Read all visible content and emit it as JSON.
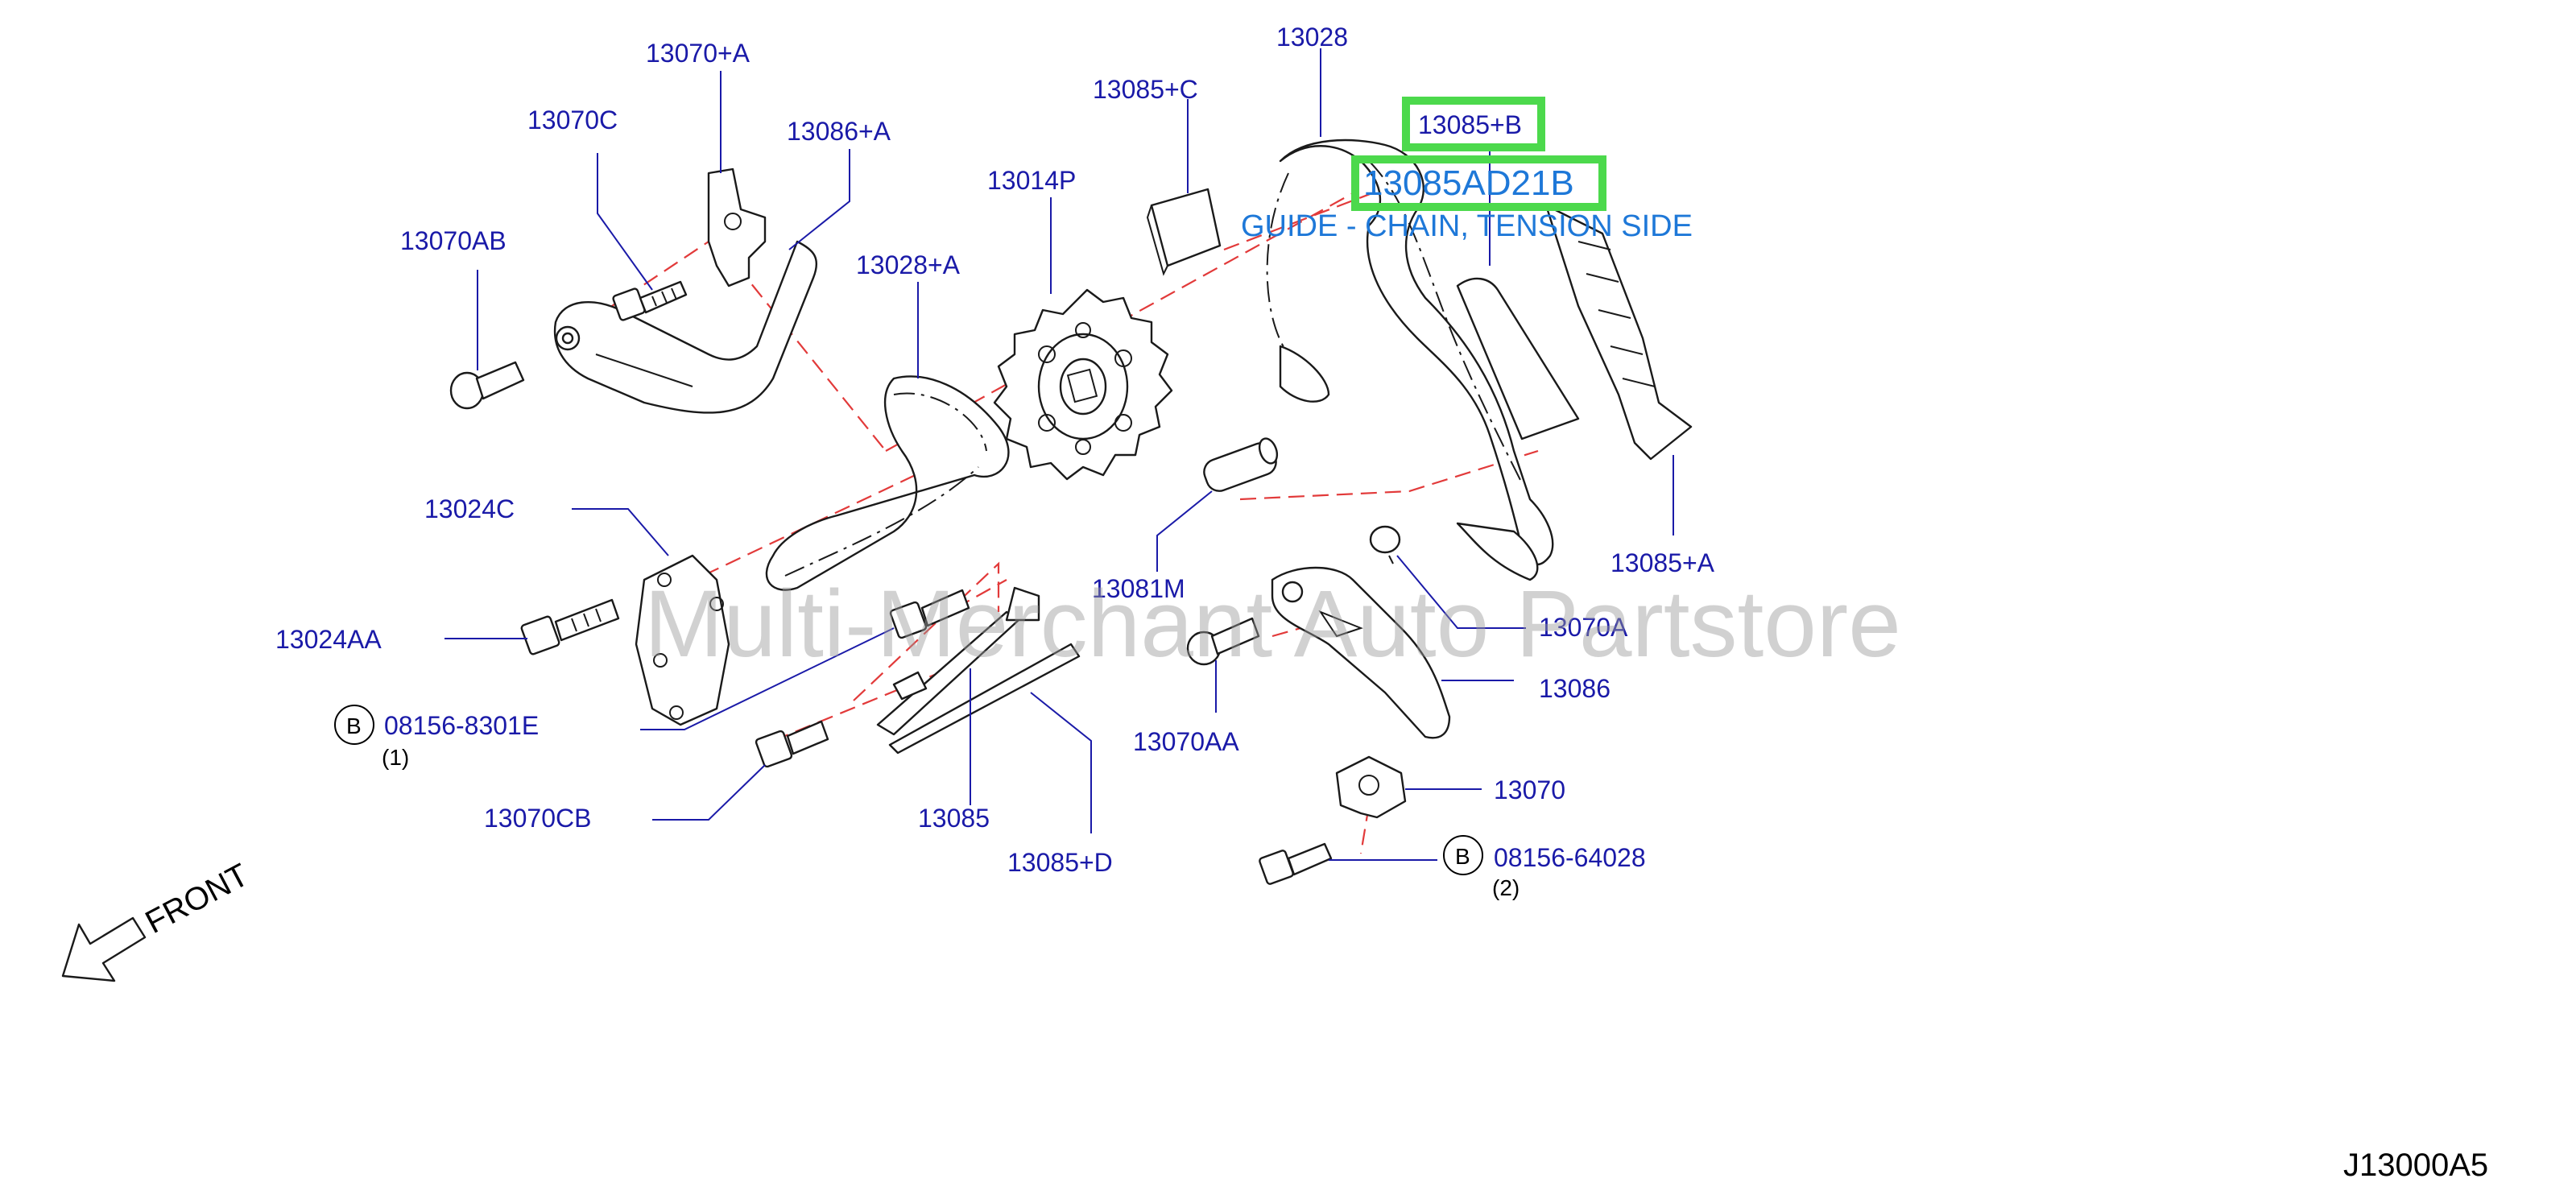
{
  "watermark": "Multi-Merchant Auto Partstore",
  "diagram_code": "J13000A5",
  "front_label": "FRONT",
  "bolt_marker": "B",
  "highlight": {
    "part_label": "13085+B",
    "code": "13085AD21B",
    "description": "GUIDE - CHAIN, TENSION SIDE",
    "color": "#4cd94c",
    "tip_color": "#1e78d8"
  },
  "colors": {
    "label": "#1a1aa8",
    "axis": "#e23a3a"
  },
  "callouts": {
    "c13070_a": "13070+A",
    "c13070c": "13070C",
    "c13086_a": "13086+A",
    "c13070ab": "13070AB",
    "c13085_c": "13085+C",
    "c13028": "13028",
    "c13014p": "13014P",
    "c13028_a": "13028+A",
    "c13024c": "13024C",
    "c13024aa": "13024AA",
    "c08156_8301e": "08156-8301E",
    "qty1": "(1)",
    "c13070cb": "13070CB",
    "c13085": "13085",
    "c13085_d": "13085+D",
    "c13081m": "13081M",
    "c13070aa": "13070AA",
    "c13070a": "13070A",
    "c13086": "13086",
    "c13070": "13070",
    "c08156_64028": "08156-64028",
    "qty2": "(2)",
    "c13085_a": "13085+A"
  }
}
